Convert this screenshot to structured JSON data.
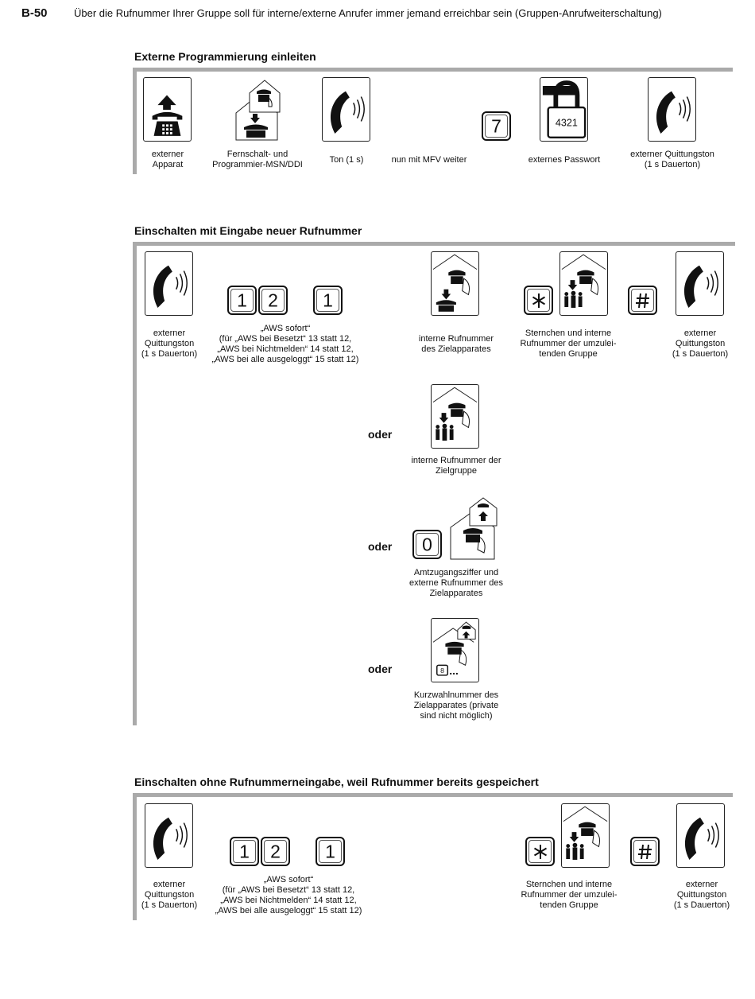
{
  "page": {
    "number": "B-50",
    "header": "Über die Rufnummer Ihrer Gruppe soll für interne/externe Anrufer immer jemand erreichbar sein (Gruppen-Anrufweiterschaltung)"
  },
  "sections": [
    {
      "title": "Externe Programmierung einleiten",
      "captions": {
        "external_phone": [
          "externer",
          "Apparat"
        ],
        "msn": [
          "Fernschalt- und",
          "Programmier-MSN/DDI"
        ],
        "tone": [
          "Ton (1 s)"
        ],
        "mfv": [
          "nun mit MFV weiter"
        ],
        "password": [
          "externes Passwort"
        ],
        "confirm": [
          "externer Quittungston",
          "(1 s Dauerton)"
        ]
      },
      "key": "7",
      "password_digits": "4321"
    },
    {
      "title": "Einschalten mit Eingabe neuer Rufnummer",
      "captions": {
        "tone_left": [
          "externer",
          "Quittungston",
          "(1 s Dauerton)"
        ],
        "aws": [
          "„AWS sofort“",
          "(für „AWS bei Besetzt“ 13 statt 12,",
          "„AWS bei Nichtmelden“ 14 statt 12,",
          "„AWS bei alle ausgeloggt“ 15 statt 12)"
        ],
        "internal": [
          "interne Rufnummer",
          "des Zielapparates"
        ],
        "star_group": [
          "Sternchen und interne",
          "Rufnummer der umzulei-",
          "tenden Gruppe"
        ],
        "tone_right": [
          "externer",
          "Quittungston",
          "(1 s Dauerton)"
        ],
        "alt_group": [
          "interne Rufnummer der",
          "Zielgruppe"
        ],
        "alt_external": [
          "Amtzugangsziffer und",
          "externe Rufnummer des",
          "Zielapparates"
        ],
        "alt_speed": [
          "Kurzwahlnummer des",
          "Zielapparates (private",
          "sind nicht möglich)"
        ]
      },
      "keys": [
        "1",
        "2",
        "1"
      ],
      "oder": "oder",
      "zero_key": "0",
      "speed_digit": "8"
    },
    {
      "title": "Einschalten ohne Rufnummerneingabe, weil Rufnummer bereits gespeichert",
      "captions": {
        "tone_left": [
          "externer",
          "Quittungston",
          "(1 s Dauerton)"
        ],
        "aws": [
          "„AWS sofort“",
          "(für „AWS bei Besetzt“ 13 statt 12,",
          "„AWS bei Nichtmelden“ 14 statt 12,",
          "„AWS bei alle ausgeloggt“ 15 statt 12)"
        ],
        "star_group": [
          "Sternchen und interne",
          "Rufnummer der umzulei-",
          "tenden Gruppe"
        ],
        "tone_right": [
          "externer",
          "Quittungston",
          "(1 s Dauerton)"
        ]
      },
      "keys": [
        "1",
        "2",
        "1"
      ]
    }
  ],
  "icons": [
    "handset-sound-icon",
    "phone-lift-icon",
    "house-phone-icon",
    "padlock-icon",
    "asterisk-icon",
    "hash-icon",
    "group-people-icon"
  ],
  "colors": {
    "bar": "#aaaaaa",
    "ink": "#111111"
  }
}
